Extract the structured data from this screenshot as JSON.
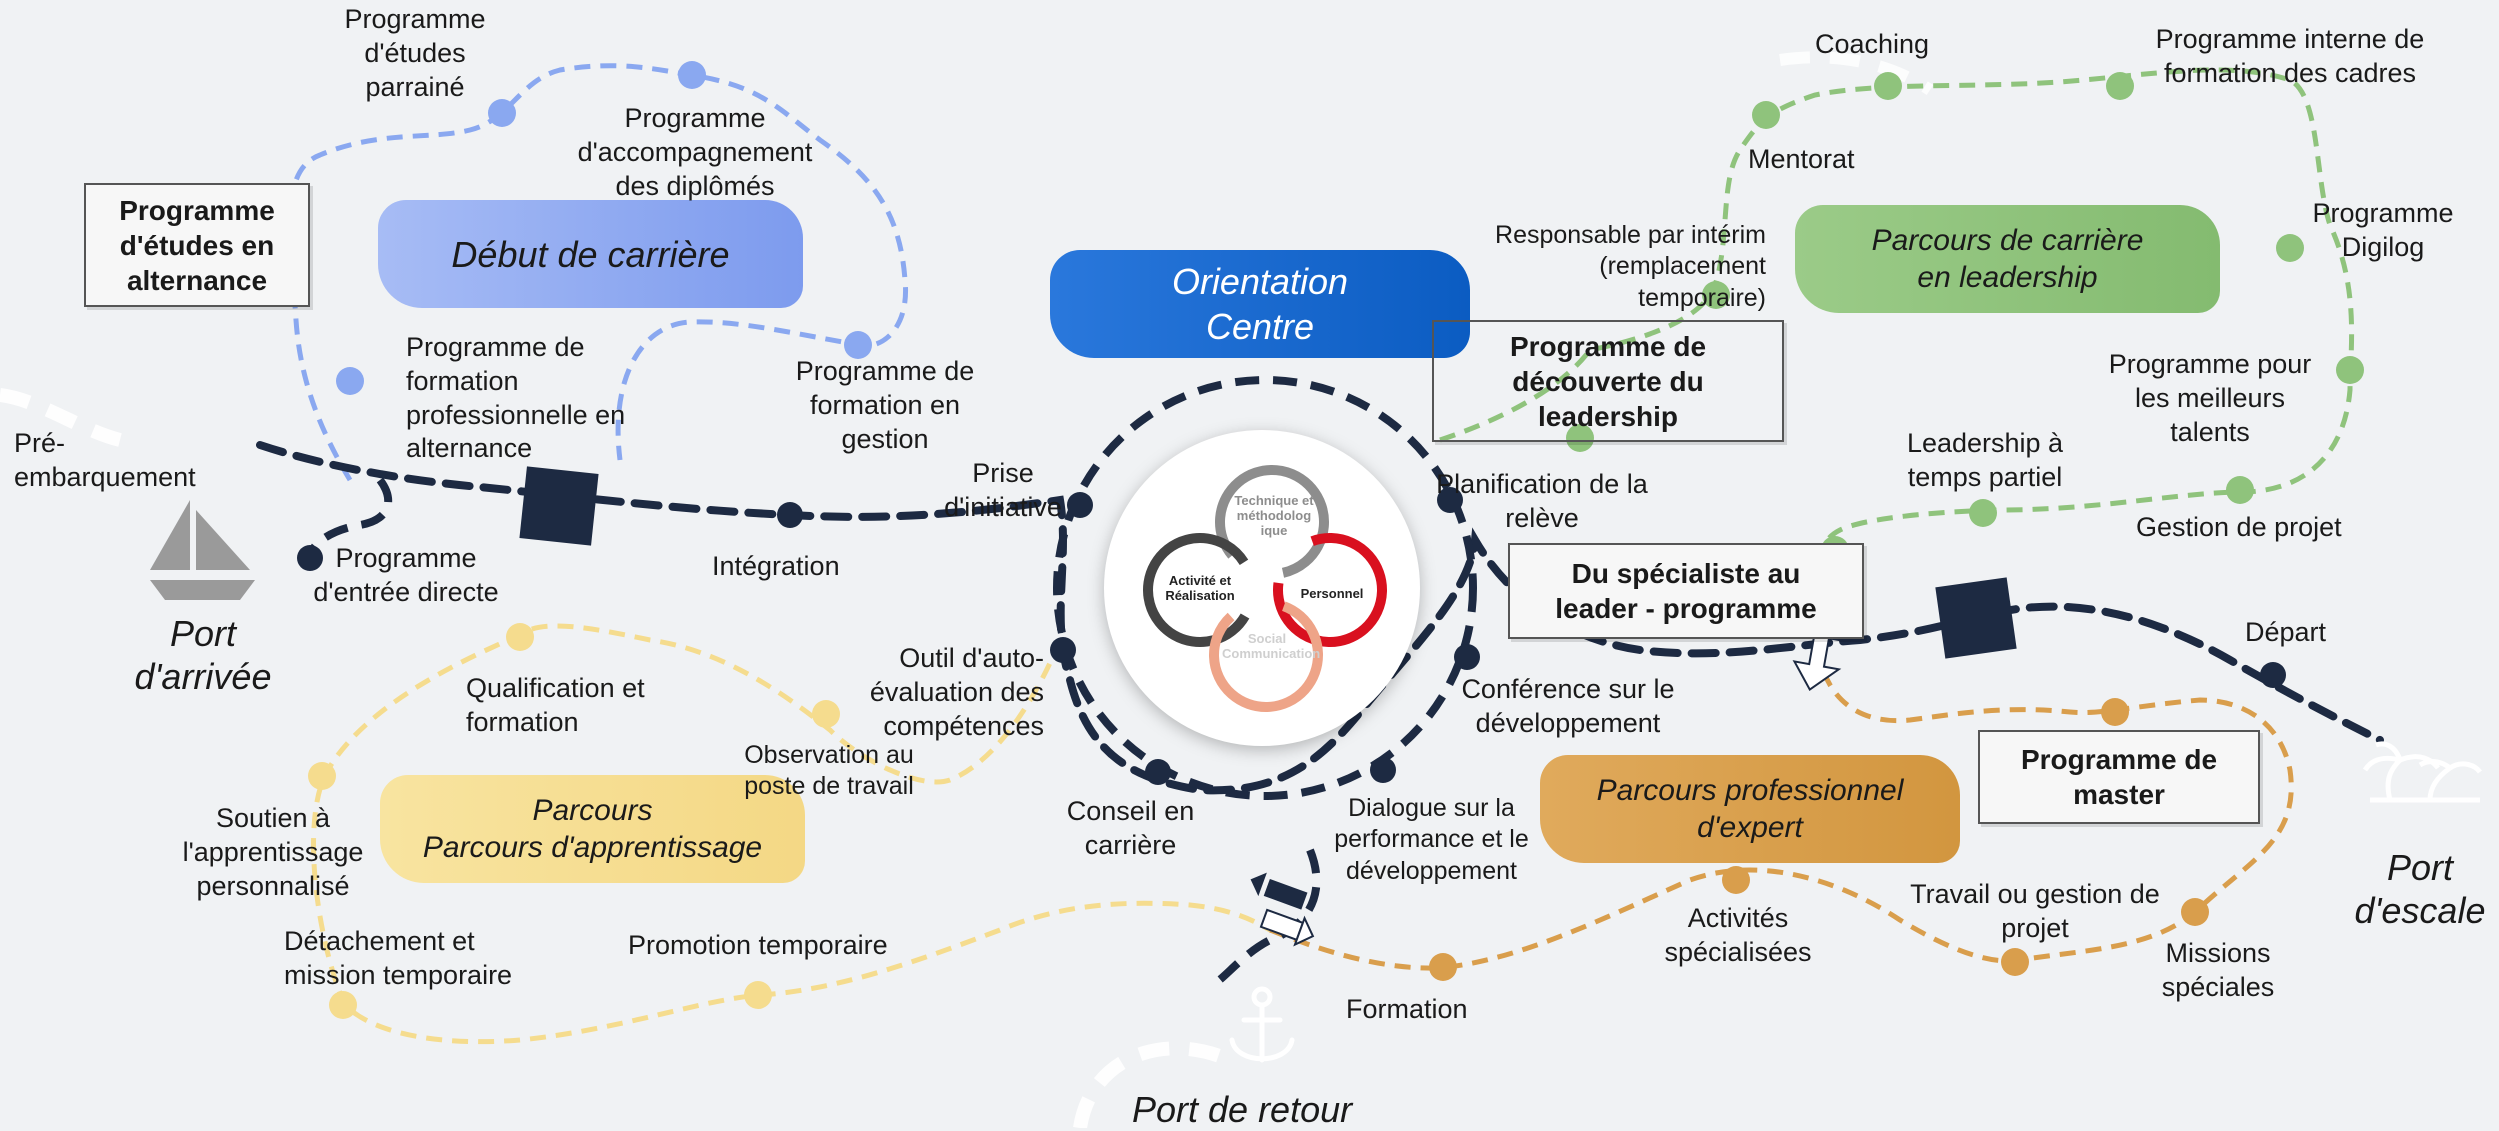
{
  "center": {
    "title_line1": "Orientation",
    "title_line2": "Centre",
    "technique": "Technique et méthodolog ique",
    "activite": "Activité et Réalisation",
    "personnel": "Personnel",
    "social": "Social Communication"
  },
  "ports": {
    "arrivee": "Port d'arrivée",
    "escale": "Port d'escale",
    "retour": "Port de retour"
  },
  "banners": {
    "debut": "Début de carrière",
    "leadership": "Parcours de carrière en leadership",
    "apprentissage_line1": "Parcours",
    "apprentissage_line2": "Parcours d'apprentissage",
    "expert": "Parcours professionnel d'expert"
  },
  "boxes": {
    "alternance": "Programme d'études en alternance",
    "decouverte": "Programme de découverte du leadership",
    "specialiste": "Du spécialiste au leader - programme",
    "master": "Programme de master"
  },
  "main_path": {
    "pre_embarquement": "Pré-embarquement",
    "entree_directe": "Programme d'entrée directe",
    "integration": "Intégration",
    "prise_initiative": "Prise d'initiative",
    "outil_auto": "Outil d'auto-évaluation des compétences",
    "conseil_carriere": "Conseil en carrière",
    "dialogue": "Dialogue sur la performance et le développement",
    "conference": "Conférence sur le développement",
    "planification": "Planification de la relève",
    "depart": "Départ"
  },
  "debut_path": {
    "etudes_parraine": "Programme d'études parrainé",
    "accompagnement": "Programme d'accompagnement des diplômés",
    "formation_gestion": "Programme de formation en gestion",
    "formation_pro": "Programme de formation professionnelle en alternance"
  },
  "leadership_path": {
    "coaching": "Coaching",
    "mentorat": "Mentorat",
    "interne_cadres": "Programme interne de formation des cadres",
    "digilog": "Programme Digilog",
    "meilleurs_talents": "Programme pour les meilleurs talents",
    "temps_partiel": "Leadership à temps partiel",
    "gestion_projet": "Gestion de projet",
    "responsable_interim": "Responsable par intérim (remplacement temporaire)"
  },
  "apprentissage_path": {
    "qualification": "Qualification et formation",
    "observation": "Observation au poste de travail",
    "soutien": "Soutien à l'apprentissage personnalisé",
    "detachement": "Détachement et mission temporaire",
    "promotion": "Promotion temporaire"
  },
  "expert_path": {
    "formation": "Formation",
    "activites": "Activités spécialisées",
    "travail_gestion": "Travail ou gestion de projet",
    "missions": "Missions spéciales"
  },
  "colors": {
    "navy": "#1d2a42",
    "debut": "#8aa8f0",
    "leadership": "#8fc37c",
    "apprentissage": "#f5dc8e",
    "expert": "#d99e4c",
    "orientation": "#0e63c9",
    "personnel": "#d9101f",
    "social": "#eea488"
  }
}
